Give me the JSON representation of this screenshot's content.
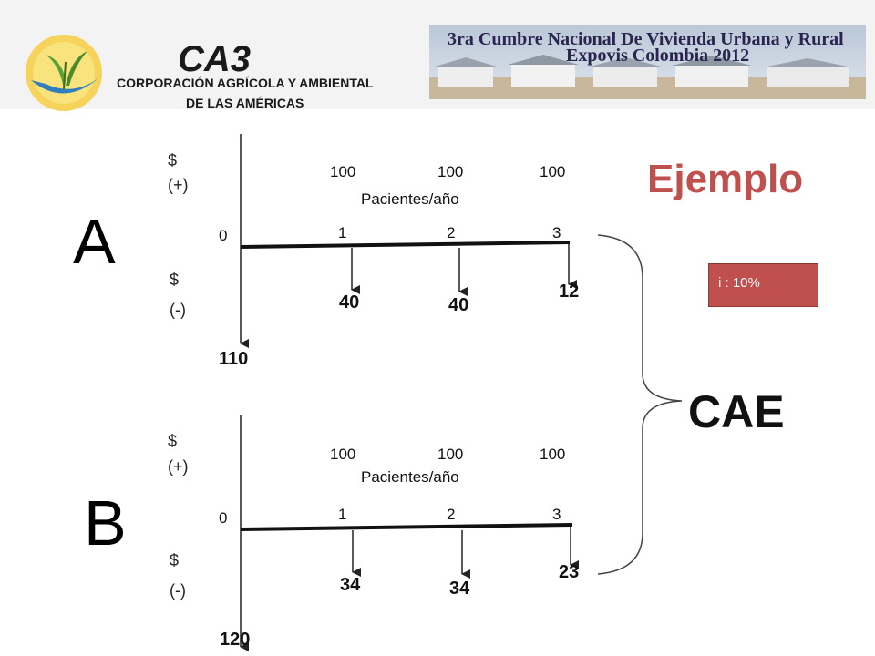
{
  "header": {
    "logo_text_line1": "CORPORACIÓN AGRÍCOLA Y AMBIENTAL",
    "logo_text_line2": "DE LAS AMÉRICAS",
    "logo_brand": "CA3",
    "banner_line1": "3ra Cumbre Nacional De Vivienda Urbana y Rural",
    "banner_line2": "Expovis Colombia 2012"
  },
  "title": "Ejemplo",
  "interest": "i :  10%",
  "cae_label": "CAE",
  "diagrams": [
    {
      "label": "A",
      "positive": "$\n(+)",
      "pos_symbol": "$",
      "pos_sign": "(+)",
      "neg_symbol": "$",
      "neg_sign": "(-)",
      "zero": "0",
      "inflows": [
        "100",
        "100",
        "100"
      ],
      "unit": "Pacientes/año",
      "periods": [
        "1",
        "2",
        "3"
      ],
      "outflows": [
        "40",
        "40",
        "12"
      ],
      "initial_cost": "110"
    },
    {
      "label": "B",
      "pos_symbol": "$",
      "pos_sign": "(+)",
      "neg_symbol": "$",
      "neg_sign": "(-)",
      "zero": "0",
      "inflows": [
        "100",
        "100",
        "100"
      ],
      "unit": "Pacientes/año",
      "periods": [
        "1",
        "2",
        "3"
      ],
      "outflows": [
        "34",
        "34",
        "23"
      ],
      "initial_cost": "120"
    }
  ],
  "colors": {
    "accent": "#c0504d",
    "logo_green": "#4f8a2a",
    "logo_yellow": "#f2c230"
  }
}
